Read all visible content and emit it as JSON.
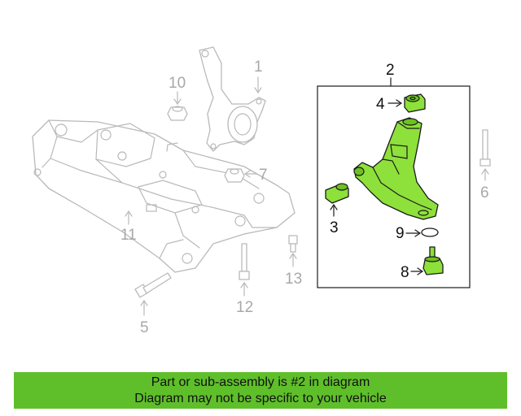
{
  "callouts": {
    "c1": "1",
    "c2": "2",
    "c3": "3",
    "c4": "4",
    "c5": "5",
    "c6": "6",
    "c7": "7",
    "c8": "8",
    "c9": "9",
    "c10": "10",
    "c11": "11",
    "c12": "12",
    "c13": "13"
  },
  "banner": {
    "line1": "Part or sub-assembly is #2 in diagram",
    "line2": "Diagram may not be specific to your vehicle"
  },
  "colors": {
    "highlight_part": "#8ee03a",
    "banner_background": "#5fbf2a",
    "inactive_part": "#b9b9b9"
  }
}
